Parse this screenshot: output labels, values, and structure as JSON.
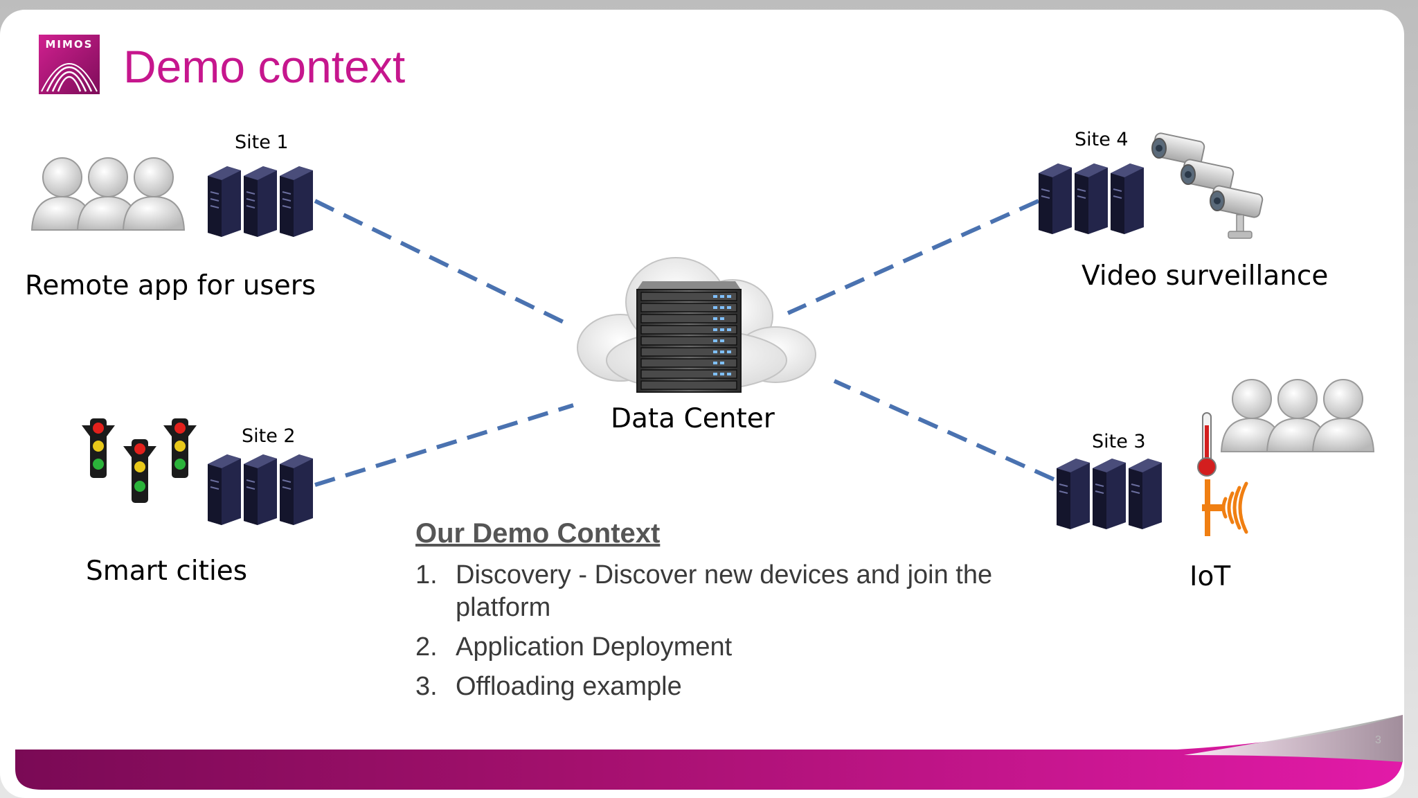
{
  "slide": {
    "title": "Demo context",
    "logo_text": "MIMOS",
    "page_number": "3"
  },
  "diagram": {
    "center": {
      "label": "Data Center"
    },
    "sites": [
      {
        "id": "site1",
        "site_label": "Site 1",
        "group_label": "Remote app for users",
        "group_icon": "users-icon"
      },
      {
        "id": "site4",
        "site_label": "Site 4",
        "group_label": "Video surveillance",
        "group_icon": "security-camera-icon"
      },
      {
        "id": "site2",
        "site_label": "Site 2",
        "group_label": "Smart cities",
        "group_icon": "traffic-light-icon"
      },
      {
        "id": "site3",
        "site_label": "Site 3",
        "group_label": "IoT",
        "group_icon": "iot-sensor-icon"
      }
    ]
  },
  "context": {
    "heading": "Our Demo Context",
    "items": [
      {
        "num": "1.",
        "text": "Discovery - Discover new devices and join the platform"
      },
      {
        "num": "2.",
        "text": "Application Deployment"
      },
      {
        "num": "3.",
        "text": "Offloading example"
      }
    ]
  },
  "colors": {
    "title": "#c6168d",
    "brand_magenta": "#b0146f",
    "link_dash": "#4a72b0",
    "server_dark": "#1c1d3a"
  }
}
